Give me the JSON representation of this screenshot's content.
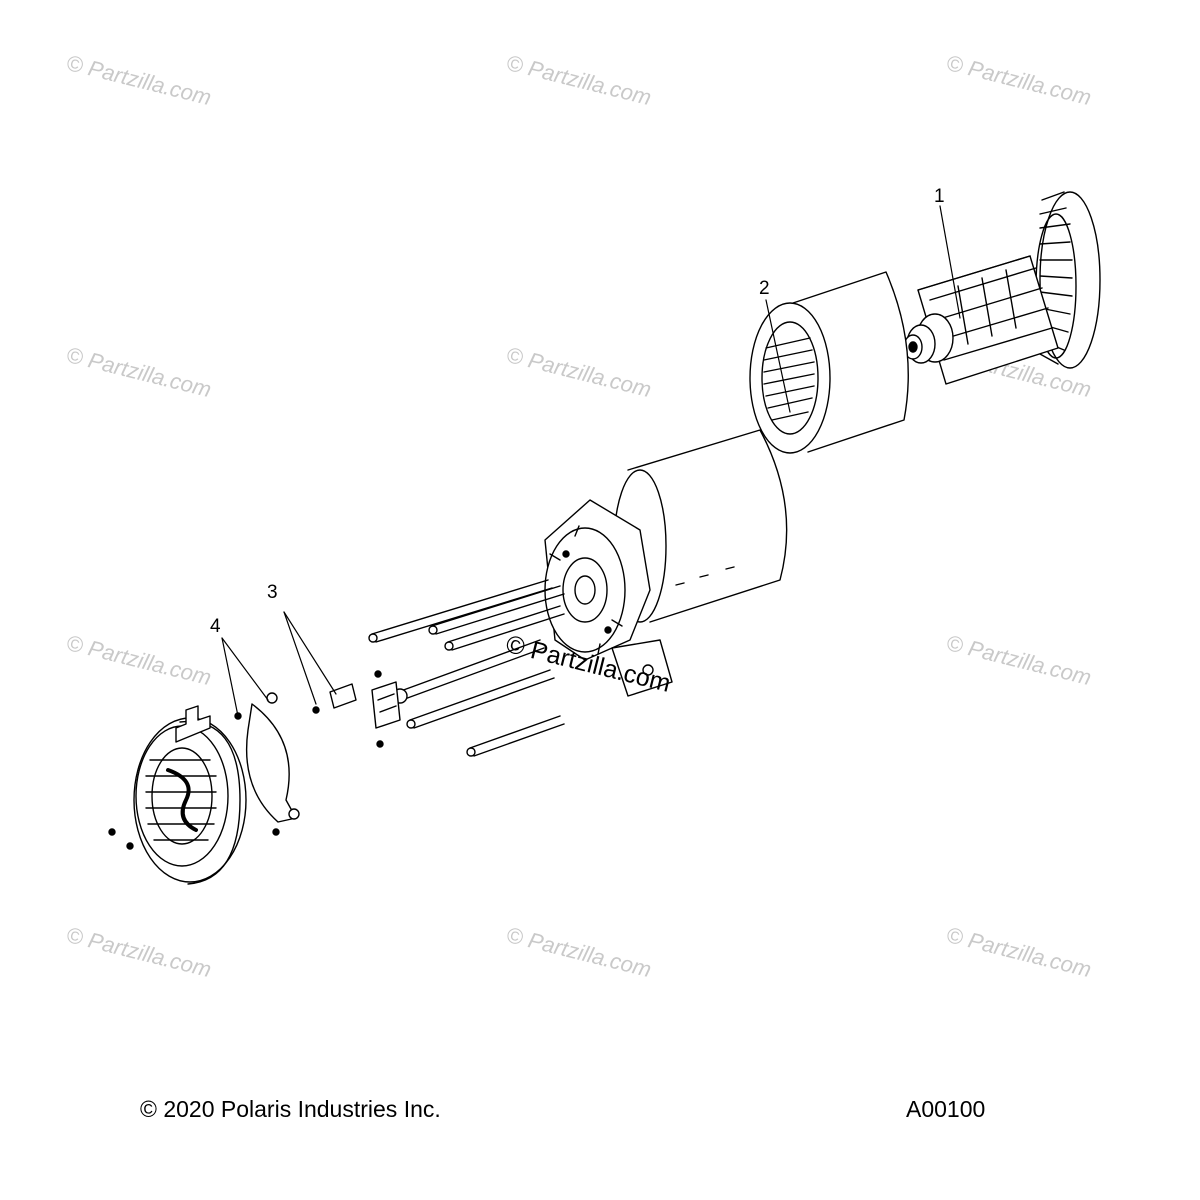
{
  "watermark_text": "© Partzilla.com",
  "callouts": [
    "1",
    "2",
    "3",
    "4"
  ],
  "footer": {
    "copyright": "© 2020 Polaris Industries Inc.",
    "diagram_code": "A00100"
  },
  "colors": {
    "line": "#000000",
    "watermark": "#c9c9c9",
    "background": "#ffffff"
  }
}
